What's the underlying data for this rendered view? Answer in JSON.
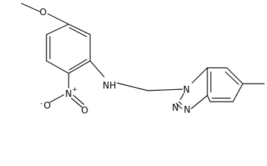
{
  "structure": {
    "atoms": {
      "methoxy_oxygen": "O",
      "amine_nitrogen": "NH",
      "nitro_nitrogen": "N",
      "nitro_nitrogen_charge": "+",
      "nitro_oxygen_double": "O",
      "nitro_oxygen_single": "O",
      "nitro_oxygen_single_charge": "-",
      "triazole_n1": "N",
      "triazole_n2": "N",
      "triazole_n3": "N"
    }
  },
  "colors": {
    "bond": "#000000",
    "background": "#ffffff"
  }
}
